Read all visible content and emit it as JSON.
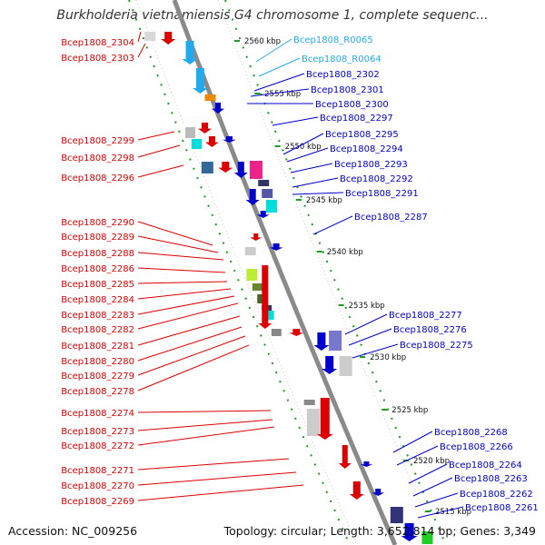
{
  "title": "Burkholderia vietnamiensis G4 chromosome 1, complete sequenc...",
  "footer": {
    "accession": "Accession: NC_009256",
    "topology": "Topology: circular; Length: 3,652,814 bp; Genes: 3,349"
  },
  "colors": {
    "forward_label": "#dd0000",
    "reverse_label": "#0000cc",
    "rna_label": "#22aaee",
    "backbone": "#8a8a8a",
    "tick": "#229922"
  },
  "scale_labels": [
    "2560 kbp",
    "2555 kbp",
    "2550 kbp",
    "2545 kbp",
    "2540 kbp",
    "2535 kbp",
    "2530 kbp",
    "2525 kbp",
    "2520 kbp",
    "2515 kbp"
  ],
  "left_labels": [
    "Bcep1808_2304",
    "Bcep1808_2303",
    "Bcep1808_2299",
    "Bcep1808_2298",
    "Bcep1808_2296",
    "Bcep1808_2290",
    "Bcep1808_2289",
    "Bcep1808_2288",
    "Bcep1808_2286",
    "Bcep1808_2285",
    "Bcep1808_2284",
    "Bcep1808_2283",
    "Bcep1808_2282",
    "Bcep1808_2281",
    "Bcep1808_2280",
    "Bcep1808_2279",
    "Bcep1808_2278",
    "Bcep1808_2274",
    "Bcep1808_2273",
    "Bcep1808_2272",
    "Bcep1808_2271",
    "Bcep1808_2270",
    "Bcep1808_2269"
  ],
  "right_labels": [
    {
      "text": "Bcep1808_R0065",
      "kind": "rna"
    },
    {
      "text": "Bcep1808_R0064",
      "kind": "rna"
    },
    {
      "text": "Bcep1808_2302",
      "kind": "cds"
    },
    {
      "text": "Bcep1808_2301",
      "kind": "cds"
    },
    {
      "text": "Bcep1808_2300",
      "kind": "cds"
    },
    {
      "text": "Bcep1808_2297",
      "kind": "cds"
    },
    {
      "text": "Bcep1808_2295",
      "kind": "cds"
    },
    {
      "text": "Bcep1808_2294",
      "kind": "cds"
    },
    {
      "text": "Bcep1808_2293",
      "kind": "cds"
    },
    {
      "text": "Bcep1808_2292",
      "kind": "cds"
    },
    {
      "text": "Bcep1808_2291",
      "kind": "cds"
    },
    {
      "text": "Bcep1808_2287",
      "kind": "cds"
    },
    {
      "text": "Bcep1808_2277",
      "kind": "cds"
    },
    {
      "text": "Bcep1808_2276",
      "kind": "cds"
    },
    {
      "text": "Bcep1808_2275",
      "kind": "cds"
    },
    {
      "text": "Bcep1808_2268",
      "kind": "cds"
    },
    {
      "text": "Bcep1808_2266",
      "kind": "cds"
    },
    {
      "text": "Bcep1808_2264",
      "kind": "cds"
    },
    {
      "text": "Bcep1808_2263",
      "kind": "cds"
    },
    {
      "text": "Bcep1808_2262",
      "kind": "cds"
    },
    {
      "text": "Bcep1808_2261",
      "kind": "cds"
    }
  ]
}
